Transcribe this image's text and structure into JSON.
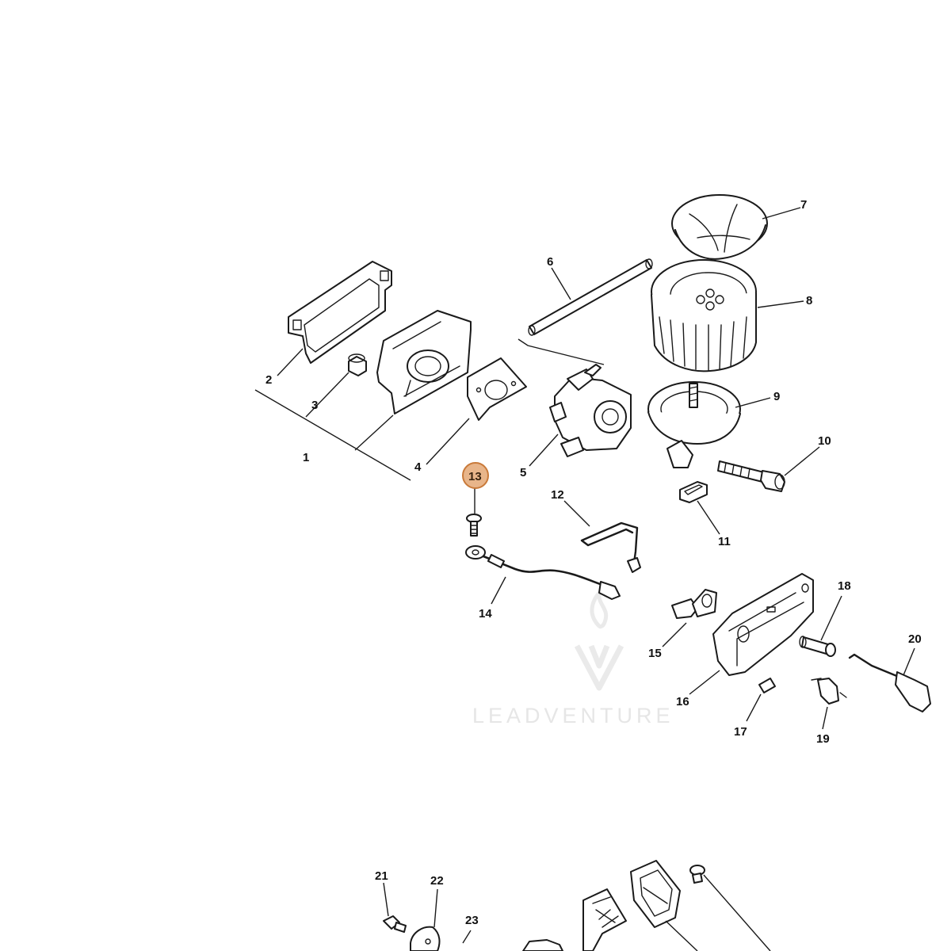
{
  "watermark": "LEADVENTURE",
  "highlighted_callout": "13",
  "callouts": [
    "1",
    "2",
    "3",
    "4",
    "5",
    "6",
    "7",
    "8",
    "9",
    "10",
    "11",
    "12",
    "13",
    "14",
    "15",
    "16",
    "17",
    "18",
    "19",
    "20",
    "21",
    "22",
    "23"
  ],
  "colors": {
    "highlight_fill": "#e8b58a",
    "highlight_stroke": "#c97a3a",
    "line": "#1a1a1a"
  }
}
